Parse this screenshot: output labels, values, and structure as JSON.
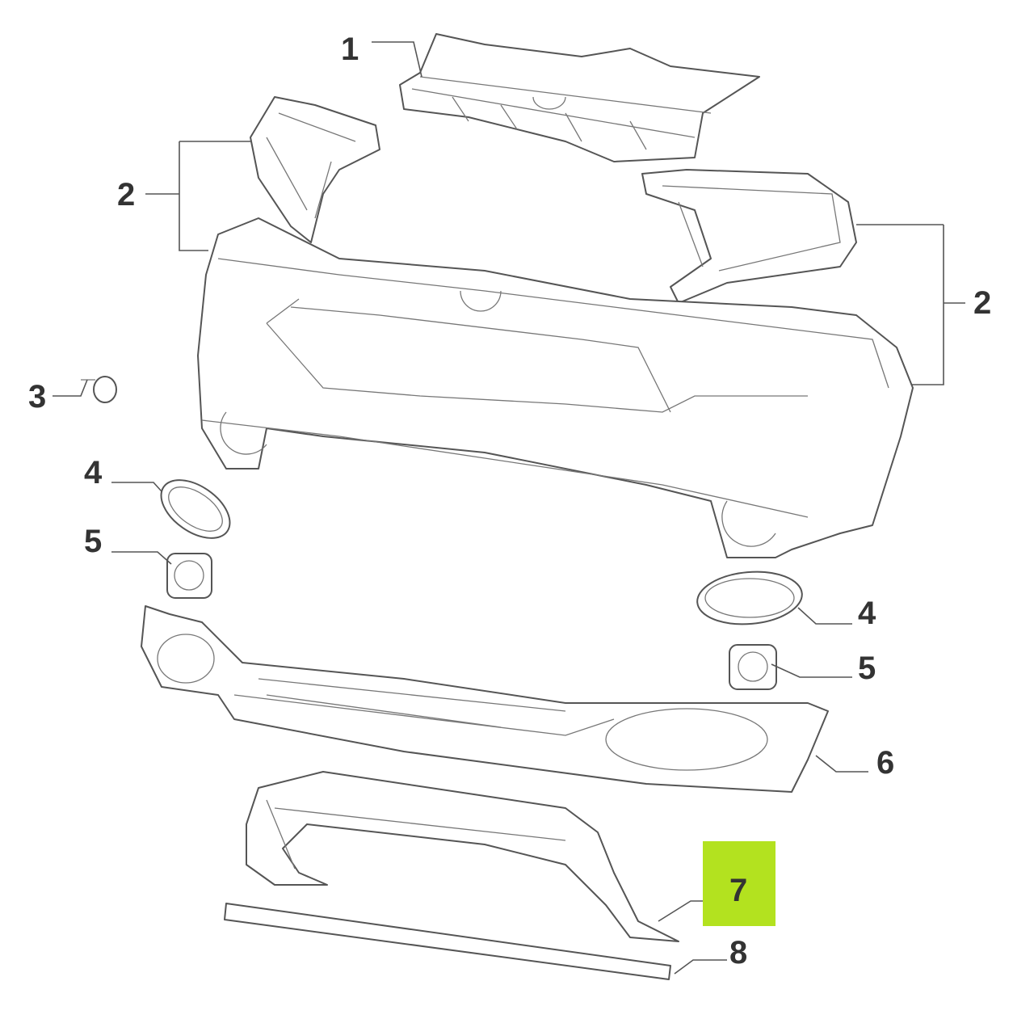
{
  "diagram": {
    "highlight_color": "#b3e21f",
    "highlighted_part": "7",
    "labels": {
      "p1": "1",
      "p2_left": "2",
      "p2_right": "2",
      "p3": "3",
      "p4_left": "4",
      "p4_right": "4",
      "p5_left": "5",
      "p5_right": "5",
      "p6": "6",
      "p7": "7",
      "p8": "8"
    }
  }
}
